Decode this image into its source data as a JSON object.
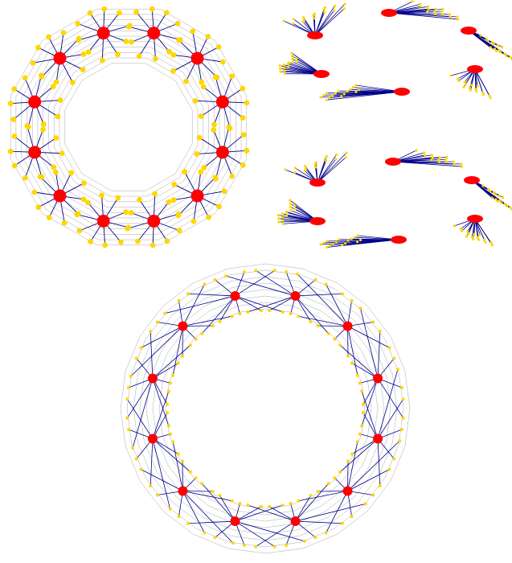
{
  "figure": {
    "colors": {
      "hub": "#ff0000",
      "leaf": "#ffd700",
      "hub_leaf_edge": "#00008b",
      "leaf_leaf_edge": "#a9a9a9",
      "background": "#ffffff"
    },
    "panels": [
      {
        "id": "ring-12",
        "hubs": 12,
        "leaves_per_hub": 10,
        "style": "planar ring of stars"
      },
      {
        "id": "hexagon-top",
        "hubs": 6,
        "leaves_per_hub": 16,
        "style": "perspective hexagon"
      },
      {
        "id": "hexagon-middle",
        "hubs": 6,
        "leaves_per_hub": 16,
        "style": "perspective hexagon"
      },
      {
        "id": "twisted-ring-12",
        "hubs": 12,
        "leaves_per_hub": 10,
        "style": "interleaved ring"
      }
    ]
  }
}
